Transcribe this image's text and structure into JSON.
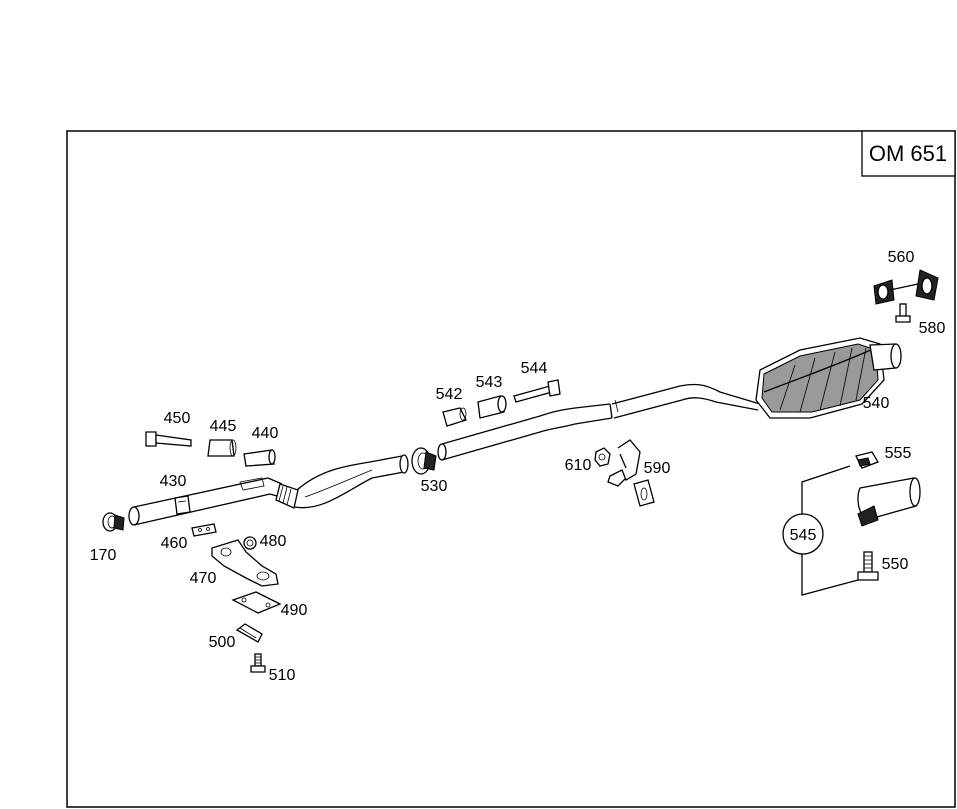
{
  "diagram": {
    "engine_label": "OM 651",
    "parts": {
      "p170": "170",
      "p430": "430",
      "p440": "440",
      "p445": "445",
      "p450": "450",
      "p460": "460",
      "p470": "470",
      "p480": "480",
      "p490": "490",
      "p500": "500",
      "p510": "510",
      "p530": "530",
      "p540": "540",
      "p542": "542",
      "p543": "543",
      "p544": "544",
      "p545": "545",
      "p550": "550",
      "p555": "555",
      "p560": "560",
      "p580": "580",
      "p590": "590",
      "p610": "610"
    }
  }
}
